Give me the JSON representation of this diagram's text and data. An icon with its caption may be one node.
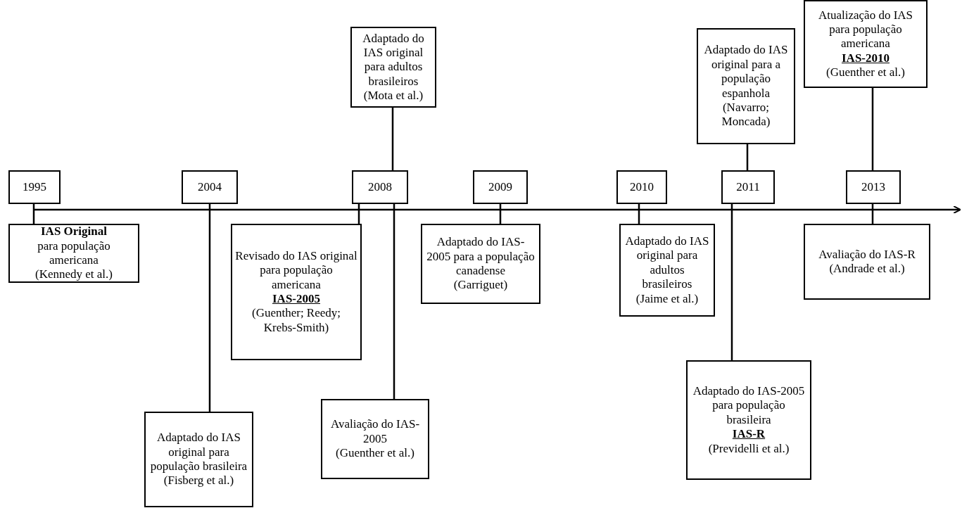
{
  "diagram": {
    "nodes": [
      {
        "text": [
          "Adaptado do IAS original para adultos brasileiros",
          "(Mota et al.)"
        ]
      },
      {
        "text": [
          "Adaptado do IAS original para a população espanhola",
          "(Navarro; Moncada)"
        ]
      },
      {
        "text": [
          "Atualização do IAS para população americana",
          "IAS-2010",
          "(Guenther et al.)"
        ]
      },
      {
        "text": [
          "1995"
        ]
      },
      {
        "text": [
          "2004"
        ]
      },
      {
        "text": [
          "2008"
        ]
      },
      {
        "text": [
          "2009"
        ]
      },
      {
        "text": [
          "2010"
        ]
      },
      {
        "text": [
          "2011"
        ]
      },
      {
        "text": [
          "2013"
        ]
      },
      {
        "text": [
          "IAS Original",
          "para população americana",
          "(Kennedy et al.)"
        ]
      },
      {
        "text": [
          "Revisado do IAS original para população americana",
          "IAS-2005",
          "(Guenther; Reedy; Krebs-Smith)"
        ]
      },
      {
        "text": [
          "Adaptado do IAS-2005 para a população canadense",
          "(Garriguet)"
        ]
      },
      {
        "text": [
          "Adaptado do IAS original para adultos brasileiros",
          "(Jaime et al.)"
        ]
      },
      {
        "text": [
          "Avaliação do IAS-R",
          "(Andrade et al.)"
        ]
      },
      {
        "text": [
          "Adaptado do IAS original para população brasileira",
          "(Fisberg et al.)"
        ]
      },
      {
        "text": [
          "Avaliação do IAS-2005",
          "(Guenther et al.)"
        ]
      },
      {
        "text": [
          "Adaptado do IAS-2005 para população brasileira",
          "IAS-R",
          "(Previdelli et al.)"
        ]
      }
    ],
    "edges": [
      {
        "from": 3,
        "to": 10,
        "arrow": "none"
      },
      {
        "from": 4,
        "to": 15,
        "arrow": "none"
      },
      {
        "from": 5,
        "to": 0,
        "arrow": "none"
      },
      {
        "from": 5,
        "to": 11,
        "arrow": "none"
      },
      {
        "from": 5,
        "to": 16,
        "arrow": "none"
      },
      {
        "from": 6,
        "to": 12,
        "arrow": "none"
      },
      {
        "from": 7,
        "to": 13,
        "arrow": "none"
      },
      {
        "from": 8,
        "to": 1,
        "arrow": "none"
      },
      {
        "from": 8,
        "to": 17,
        "arrow": "none"
      },
      {
        "from": 9,
        "to": 2,
        "arrow": "none"
      },
      {
        "from": 9,
        "to": 14,
        "arrow": "none"
      }
    ]
  }
}
